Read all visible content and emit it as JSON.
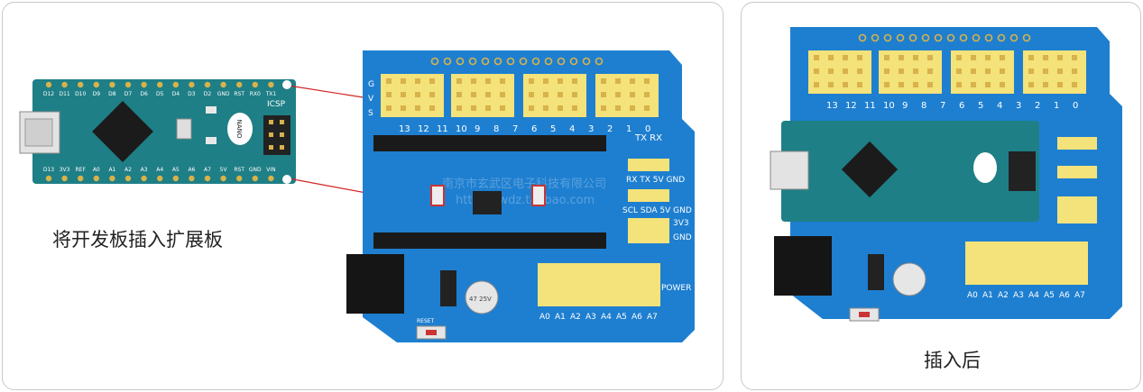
{
  "left_panel": {
    "caption": "将开发板插入扩展板",
    "nano": {
      "top_pins": [
        "D12",
        "D11",
        "D10",
        "D9",
        "D8",
        "D7",
        "D6",
        "D5",
        "D4",
        "D3",
        "D2",
        "GND",
        "RST",
        "RX0",
        "TX1"
      ],
      "bottom_pins": [
        "D13",
        "3V3",
        "REF",
        "A0",
        "A1",
        "A2",
        "A3",
        "A4",
        "A5",
        "A6",
        "A7",
        "5V",
        "RST",
        "GND",
        "VIN"
      ],
      "chip_label": "NANO",
      "icsp_label": "ICSP"
    },
    "shield": {
      "watermark_line1": "南京市玄武区电子科技有限公司",
      "watermark_line2": "http://xwdz.taobao.com",
      "row_labels": [
        "G",
        "V",
        "S"
      ],
      "top_numbers": [
        "13",
        "12",
        "11",
        "10",
        "9",
        "8",
        "7",
        "6",
        "5",
        "4",
        "3",
        "2",
        "1",
        "0"
      ],
      "txrx": "TX RX",
      "serial_header": "RX TX 5V GND",
      "i2c_header": "SCL SDA 5V GND",
      "v3": "3V3",
      "gnd": "GND",
      "analog_labels": [
        "A0",
        "A1",
        "A2",
        "A3",
        "A4",
        "A5",
        "A6",
        "A7"
      ],
      "power_label": "POWER",
      "reset_label": "RESET",
      "cap_label": "47 25V"
    }
  },
  "right_panel": {
    "caption": "插入后"
  },
  "colors": {
    "pcb_blue": "#1e7fd0",
    "pcb_dark": "#0f5fa8",
    "nano_teal": "#1f7f86",
    "header_yellow": "#f4e27a",
    "pin_gold": "#d8b24a",
    "callout_red": "#d22222"
  }
}
